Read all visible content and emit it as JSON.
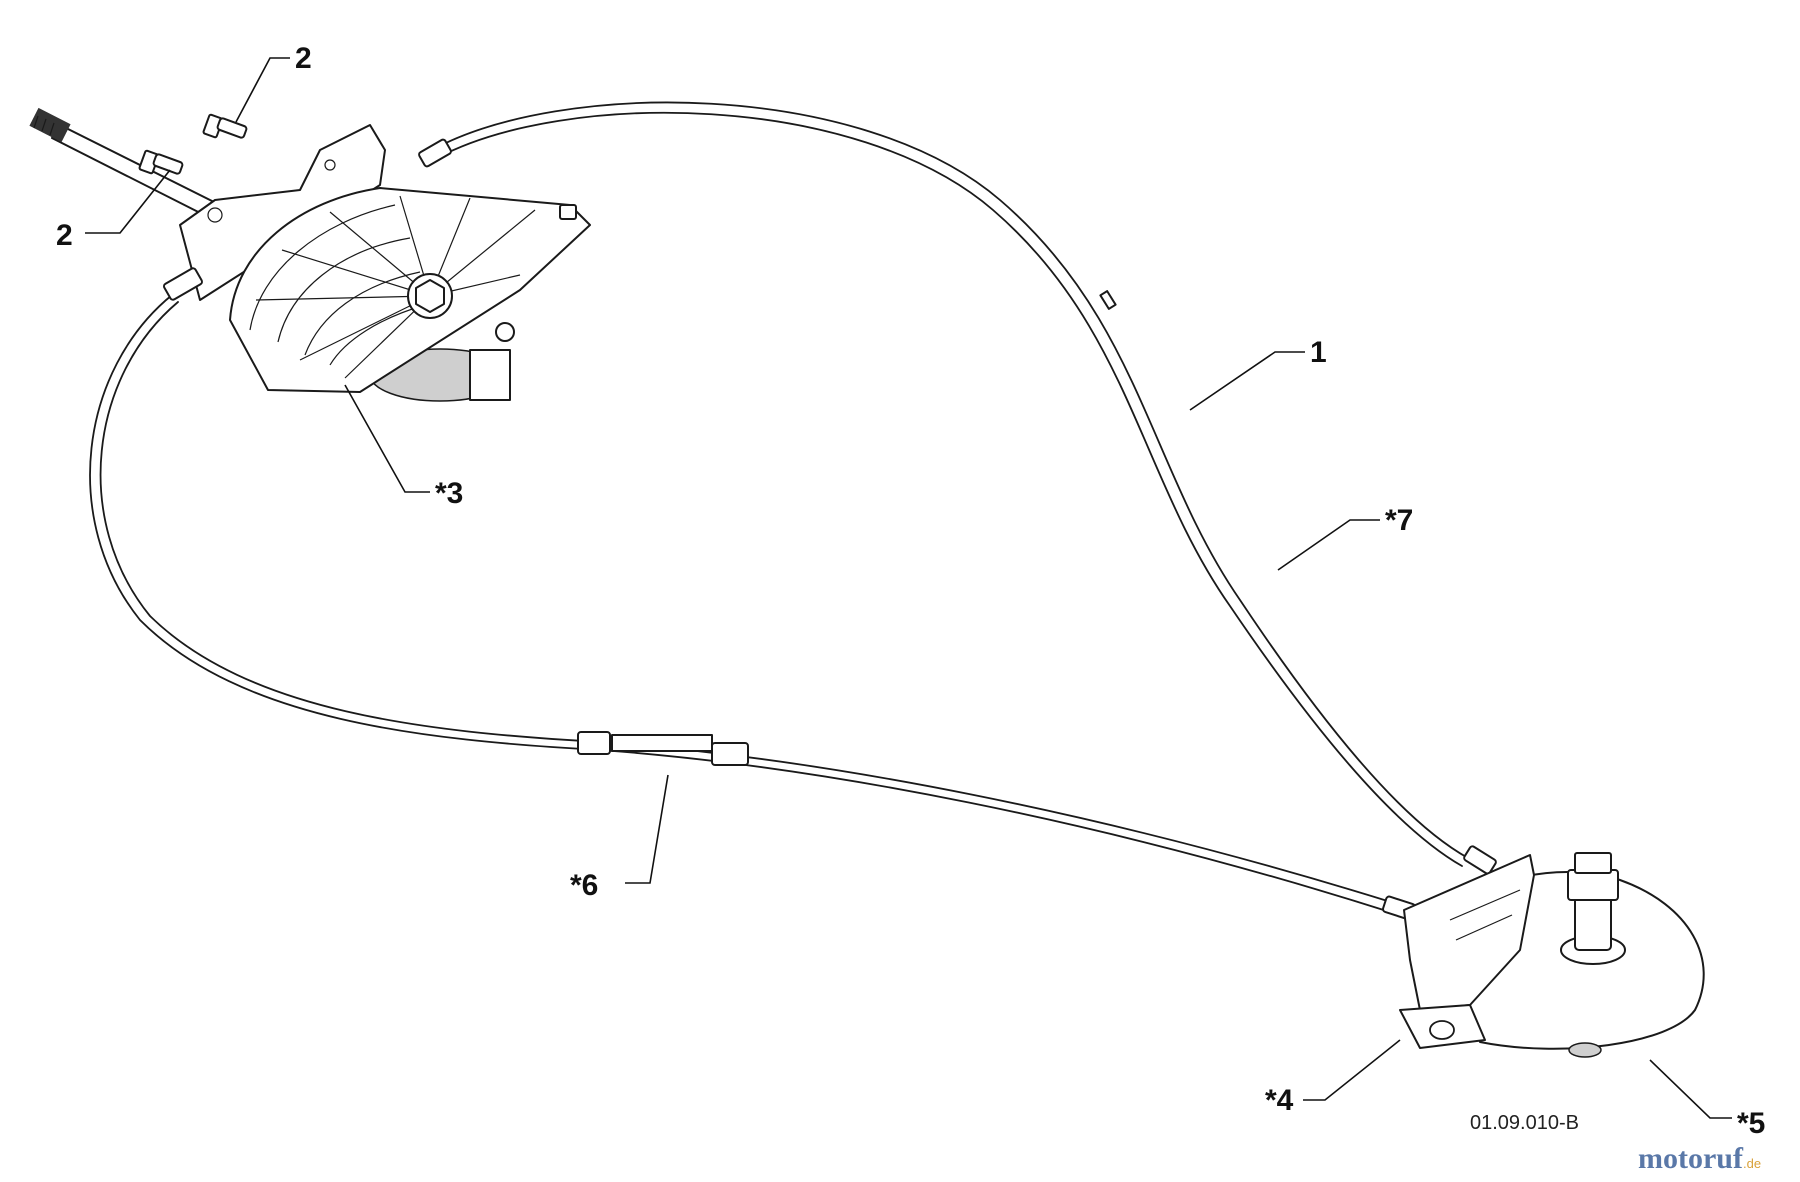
{
  "callouts": {
    "c2_top": "2",
    "c2_left": "2",
    "c1": "1",
    "c3": "*3",
    "c7": "*7",
    "c6": "*6",
    "c4": "*4",
    "c5": "*5"
  },
  "reference_number": "01.09.010-B",
  "watermark": {
    "brand": "motoruf",
    "suffix": ".de",
    "color_main": "#5a78a8",
    "color_accent": "#d9a23a"
  }
}
